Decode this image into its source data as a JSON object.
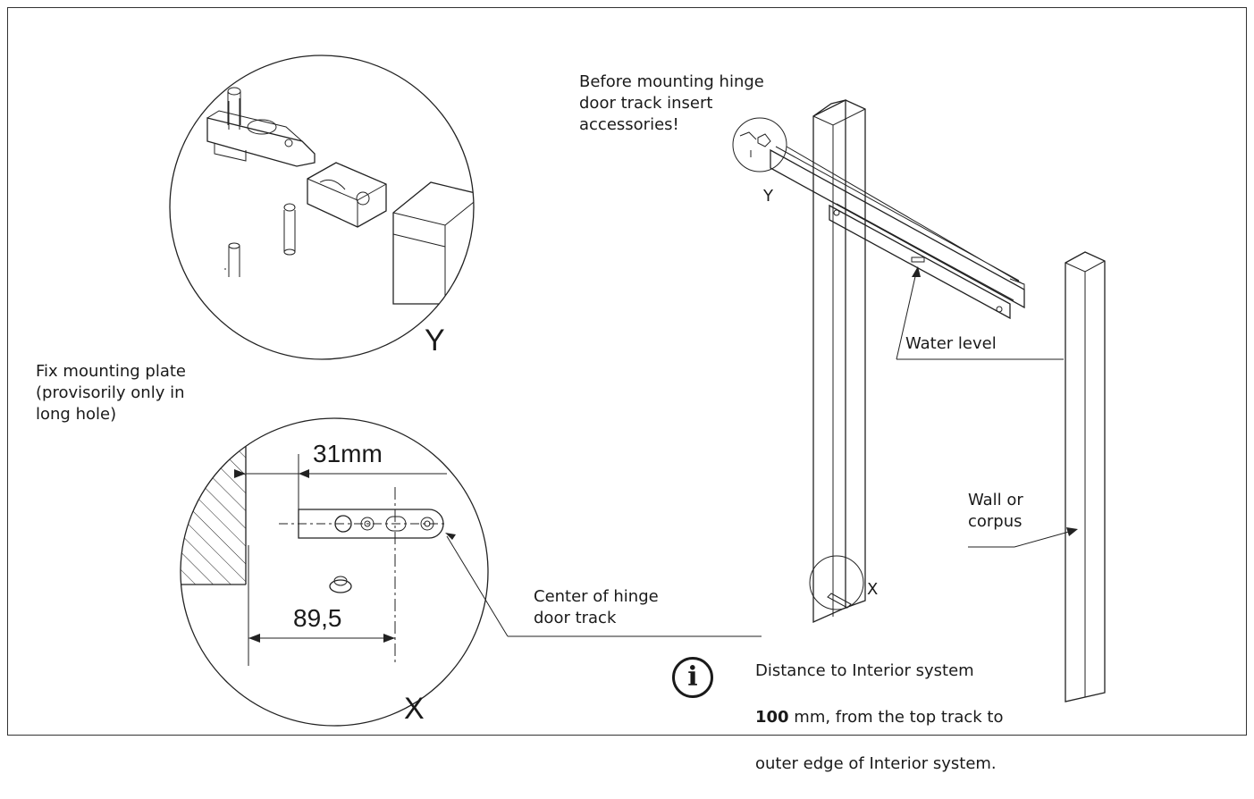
{
  "labels": {
    "before_mounting": "Before mounting hinge\ndoor track insert\naccessories!",
    "water_level": "Water level",
    "fix_plate": "Fix mounting plate\n(provisorily only in\nlong hole)",
    "wall_corpus": "Wall or\ncorpus",
    "center_hinge": "Center of hinge\ndoor track",
    "detail_y_small": "Y",
    "detail_x_small": "X",
    "detail_y_big": "Y",
    "detail_x_big": "X",
    "dim_31": "31mm",
    "dim_89": "89,5"
  },
  "info": {
    "icon": "info-icon",
    "symbol": "i",
    "line1": "Distance to Interior system",
    "value": "100",
    "unit_rest": " mm, from the top track to",
    "line3": "outer edge of Interior system."
  }
}
